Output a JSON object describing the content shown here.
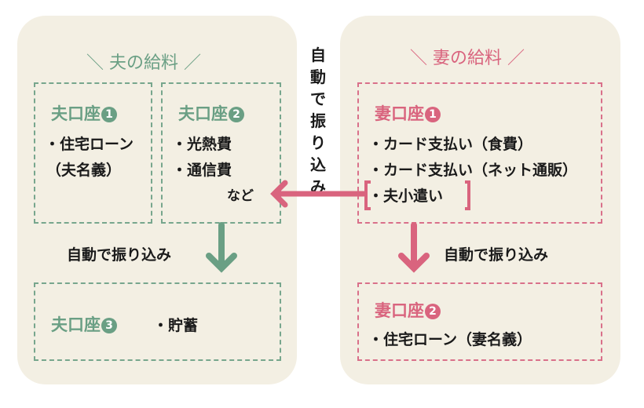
{
  "husband": {
    "title": "＼ 夫の給料 ／",
    "acc1": {
      "name": "夫口座",
      "num": "1",
      "items": [
        "・住宅ローン",
        "（夫名義）"
      ]
    },
    "acc2": {
      "name": "夫口座",
      "num": "2",
      "items": [
        "・光熱費",
        "・通信費"
      ],
      "etc": "など"
    },
    "transfer": "自動で振り込み",
    "acc3": {
      "name": "夫口座",
      "num": "3",
      "items": [
        "・貯蓄"
      ]
    }
  },
  "wife": {
    "title": "＼ 妻の給料 ／",
    "acc1": {
      "name": "妻口座",
      "num": "1",
      "items": [
        "・カード支払い（食費）",
        "・カード支払い（ネット通販）",
        "・夫小遣い"
      ]
    },
    "transfer": "自動で振り込み",
    "acc2": {
      "name": "妻口座",
      "num": "2",
      "items": [
        "・住宅ローン（妻名義）"
      ]
    }
  },
  "cross_transfer": "自動で振り込み",
  "colors": {
    "green": "#6a9f84",
    "pink": "#d9647e",
    "panel": "#f3efe3"
  }
}
